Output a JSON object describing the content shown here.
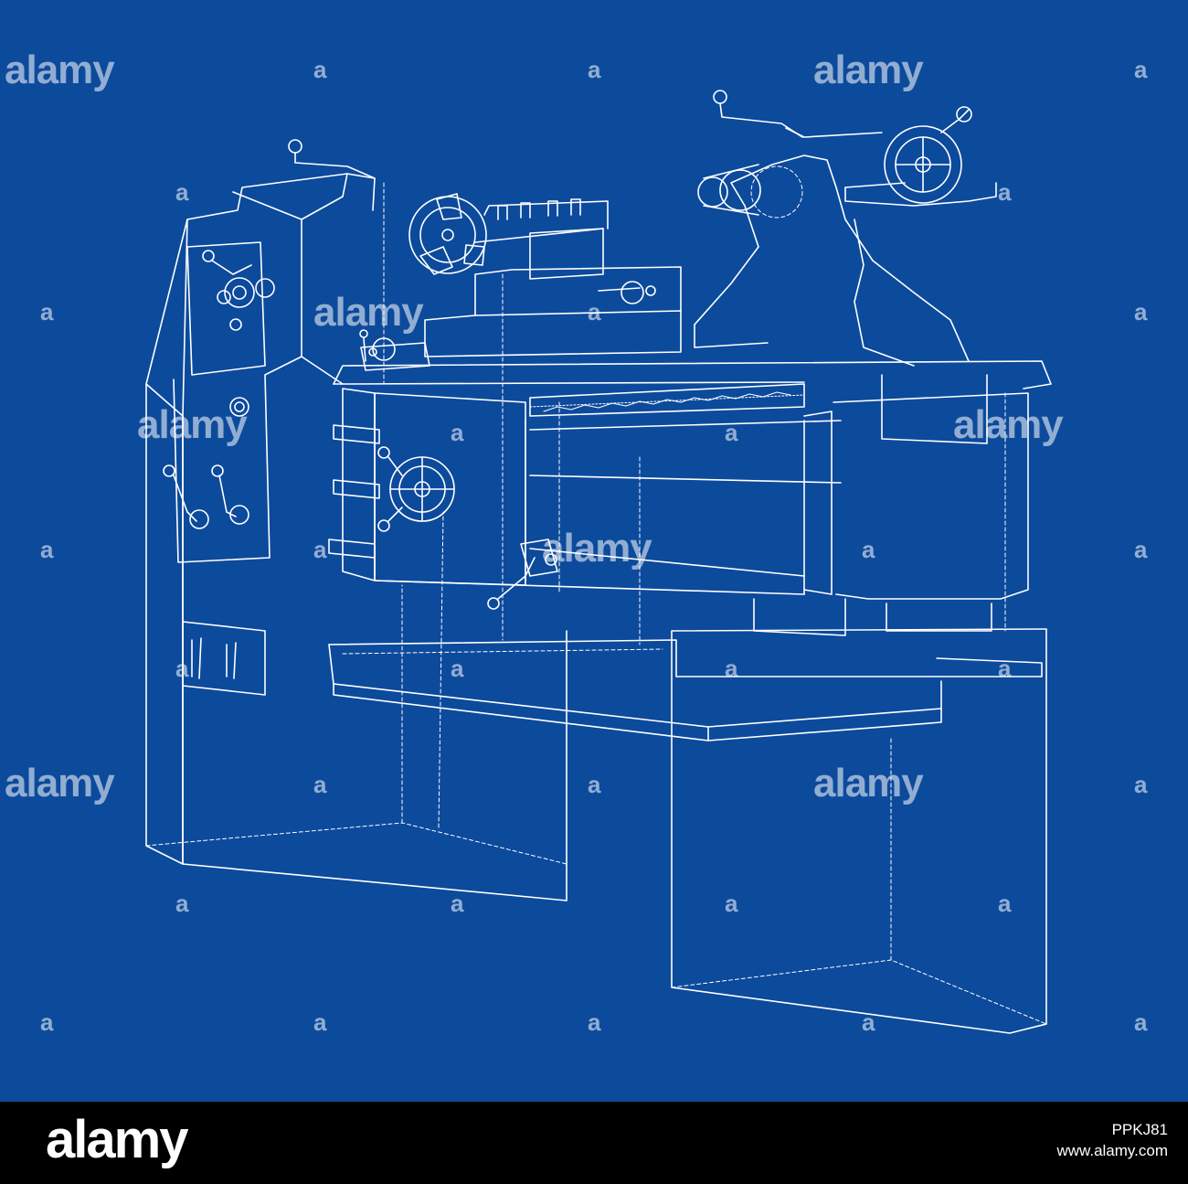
{
  "colors": {
    "background": "#0C4A9C",
    "lines": "#FFFFFF",
    "footer": "#000000"
  },
  "watermark": {
    "word": "alamy",
    "glyph": "a"
  },
  "footer": {
    "logo": "alamy",
    "image_id": "PPKJ81",
    "url": "www.alamy.com"
  }
}
